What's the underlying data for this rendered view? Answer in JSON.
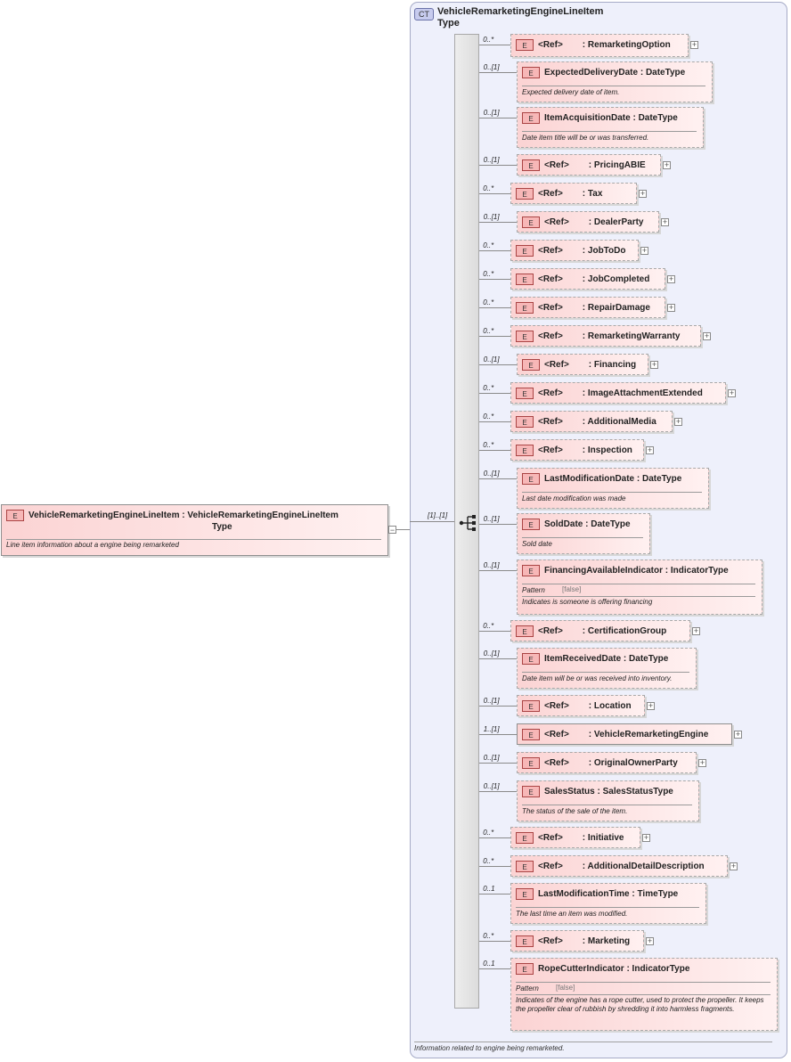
{
  "root": {
    "badge": "E",
    "name": "VehicleRemarketingEngineLineItem",
    "type_line1": ": VehicleRemarketingEngineLineItem",
    "type_line2": "Type",
    "doc": "Line item information about a engine being remarketed",
    "collapse_symbol": "−"
  },
  "complex_type": {
    "badge": "CT",
    "title_line1": "VehicleRemarketingEngineLineItem",
    "title_line2": "Type",
    "doc": "Information related to engine being remarketed.",
    "sequence_cardinality": "[1]..[1]"
  },
  "colors": {
    "element_fill": "#fbd3d3",
    "complex_type_fill": "#eef0fb",
    "connector": "#8a8a8a"
  },
  "icons": {
    "sequence": "sequence-compositor-icon",
    "expand": "plus-expand-icon"
  },
  "elements": [
    {
      "card": "0..*",
      "badge": "E",
      "ref": "<Ref>",
      "name": ": RemarketingOption",
      "expandable": true
    },
    {
      "card": "0..[1]",
      "badge": "E",
      "name": "ExpectedDeliveryDate : DateType",
      "doc": "Expected delivery date of item."
    },
    {
      "card": "0..[1]",
      "badge": "E",
      "name": "ItemAcquisitionDate : DateType",
      "doc": "Date item title will be or was transferred."
    },
    {
      "card": "0..[1]",
      "badge": "E",
      "ref": "<Ref>",
      "name": ": PricingABIE",
      "expandable": true
    },
    {
      "card": "0..*",
      "badge": "E",
      "ref": "<Ref>",
      "name": ": Tax",
      "expandable": true
    },
    {
      "card": "0..[1]",
      "badge": "E",
      "ref": "<Ref>",
      "name": ": DealerParty",
      "expandable": true
    },
    {
      "card": "0..*",
      "badge": "E",
      "ref": "<Ref>",
      "name": ": JobToDo",
      "expandable": true
    },
    {
      "card": "0..*",
      "badge": "E",
      "ref": "<Ref>",
      "name": ": JobCompleted",
      "expandable": true
    },
    {
      "card": "0..*",
      "badge": "E",
      "ref": "<Ref>",
      "name": ": RepairDamage",
      "expandable": true
    },
    {
      "card": "0..*",
      "badge": "E",
      "ref": "<Ref>",
      "name": ": RemarketingWarranty",
      "expandable": true
    },
    {
      "card": "0..[1]",
      "badge": "E",
      "ref": "<Ref>",
      "name": ": Financing",
      "expandable": true
    },
    {
      "card": "0..*",
      "badge": "E",
      "ref": "<Ref>",
      "name": ": ImageAttachmentExtended",
      "expandable": true
    },
    {
      "card": "0..*",
      "badge": "E",
      "ref": "<Ref>",
      "name": ": AdditionalMedia",
      "expandable": true
    },
    {
      "card": "0..*",
      "badge": "E",
      "ref": "<Ref>",
      "name": ": Inspection",
      "expandable": true
    },
    {
      "card": "0..[1]",
      "badge": "E",
      "name": "LastModificationDate : DateType",
      "doc": "Last date modification was made"
    },
    {
      "card": "0..[1]",
      "badge": "E",
      "name": "SoldDate : DateType",
      "doc": "Sold date"
    },
    {
      "card": "0..[1]",
      "badge": "E",
      "name": "FinancingAvailableIndicator : IndicatorType",
      "pattern_label": "Pattern",
      "pattern_value": "[false]",
      "doc": "Indicates is someone is offering financing"
    },
    {
      "card": "0..*",
      "badge": "E",
      "ref": "<Ref>",
      "name": ": CertificationGroup",
      "expandable": true
    },
    {
      "card": "0..[1]",
      "badge": "E",
      "name": "ItemReceivedDate : DateType",
      "doc": "Date item will be or was received into inventory."
    },
    {
      "card": "0..[1]",
      "badge": "E",
      "ref": "<Ref>",
      "name": ": Location",
      "expandable": true
    },
    {
      "card": "1..[1]",
      "badge": "E",
      "ref": "<Ref>",
      "name": ": VehicleRemarketingEngine",
      "expandable": true,
      "required": true
    },
    {
      "card": "0..[1]",
      "badge": "E",
      "ref": "<Ref>",
      "name": ": OriginalOwnerParty",
      "expandable": true
    },
    {
      "card": "0..[1]",
      "badge": "E",
      "name": "SalesStatus : SalesStatusType",
      "doc": "The status of the sale of the item."
    },
    {
      "card": "0..*",
      "badge": "E",
      "ref": "<Ref>",
      "name": ": Initiative",
      "expandable": true
    },
    {
      "card": "0..*",
      "badge": "E",
      "ref": "<Ref>",
      "name": ": AdditionalDetailDescription",
      "expandable": true
    },
    {
      "card": "0..1",
      "badge": "E",
      "name": "LastModificationTime : TimeType",
      "doc": "The last time an item was modified."
    },
    {
      "card": "0..*",
      "badge": "E",
      "ref": "<Ref>",
      "name": ": Marketing",
      "expandable": true
    },
    {
      "card": "0..1",
      "badge": "E",
      "name": "RopeCutterIndicator : IndicatorType",
      "pattern_label": "Pattern",
      "pattern_value": "[false]",
      "doc": "Indicates of the engine has a rope cutter, used to protect the propeller. It keeps the propeller clear of rubbish by shredding it into harmless fragments."
    }
  ]
}
